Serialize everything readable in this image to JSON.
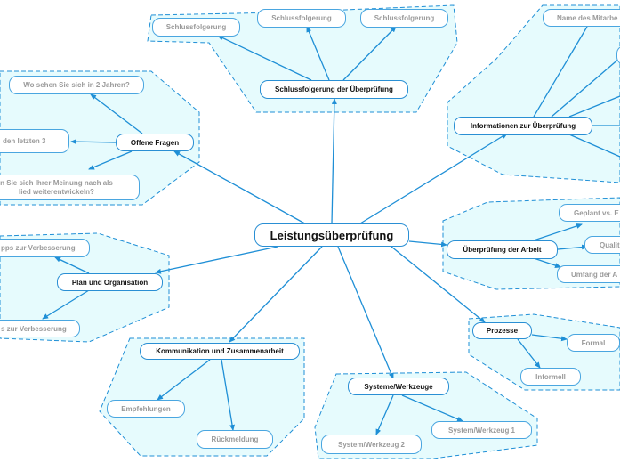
{
  "colors": {
    "line": "#1f8fd6",
    "region_fill": "#e6fbfd",
    "region_stroke": "#1f8fd6",
    "leaf_text": "#9a9a9a"
  },
  "root": "Leistungsüberprüfung",
  "branches": {
    "schluss": {
      "title": "Schlussfolgerung der Überprüfung",
      "items": [
        "Schlussfolgerung",
        "Schlussfolgerung",
        "Schlussfolgerung"
      ]
    },
    "info": {
      "title": "Informationen zur Überprüfung",
      "items": [
        "Name des Mitarbe"
      ]
    },
    "offene": {
      "title": "Offene Fragen",
      "items": [
        "Wo sehen Sie sich in 2 Jahren?",
        "den letzten 3",
        "n Sie sich Ihrer Meinung nach als\nlied weiterentwickeln?"
      ]
    },
    "arbeit": {
      "title": "Überprüfung der Arbeit",
      "items": [
        "Geplant vs. E",
        "Qualit",
        "Umfang der A"
      ]
    },
    "plan": {
      "title": "Plan und Organisation",
      "items": [
        "pps zur Verbesserung",
        "s zur Verbesserung"
      ]
    },
    "prozesse": {
      "title": "Prozesse",
      "items": [
        "Formal",
        "Informell"
      ]
    },
    "komm": {
      "title": "Kommunikation und Zusammenarbeit",
      "items": [
        "Empfehlungen",
        "Rückmeldung"
      ]
    },
    "systeme": {
      "title": "Systeme/Werkzeuge",
      "items": [
        "System/Werkzeug 1",
        "System/Werkzeug 2"
      ]
    }
  }
}
